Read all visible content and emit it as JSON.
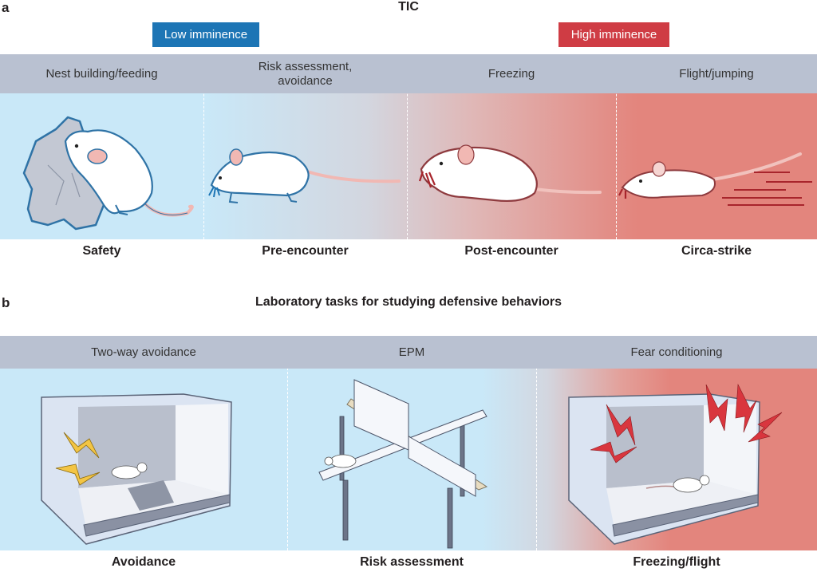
{
  "panel_a": {
    "letter": "a",
    "title": "TIC",
    "low_badge": {
      "label": "Low imminence",
      "color": "#1d75b5"
    },
    "high_badge": {
      "label": "High imminence",
      "color": "#cf3c44"
    },
    "behaviors": [
      "Nest building/feeding",
      "Risk assessment,\navoidance",
      "Freezing",
      "Flight/jumping"
    ],
    "behavior_lines": [
      [
        "Nest building/feeding"
      ],
      [
        "Risk assessment,",
        "avoidance"
      ],
      [
        "Freezing"
      ],
      [
        "Flight/jumping"
      ]
    ],
    "stages": [
      "Safety",
      "Pre-encounter",
      "Post-encounter",
      "Circa-strike"
    ],
    "illustrations": [
      "mouse nest building",
      "mouse risk assessment",
      "mouse freezing",
      "mouse fleeing"
    ]
  },
  "panel_b": {
    "letter": "b",
    "title": "Laboratory tasks for studying defensive behaviors",
    "tasks": [
      "Two-way avoidance",
      "EPM",
      "Fear conditioning"
    ],
    "outcomes": [
      "Avoidance",
      "Risk assessment",
      "Freezing/flight"
    ],
    "illustrations": [
      "shuttle box with shock",
      "elevated plus maze",
      "fear conditioning chamber"
    ]
  },
  "colors": {
    "band": "#b9c1d1",
    "safe_blue": "#c9e8f8",
    "threat_red": "#e3857d",
    "mouse_outline_blue": "#2f73a6",
    "mouse_outline_red": "#8e3a3e",
    "shock_yellow": "#f3c544",
    "shock_red": "#d9363e"
  }
}
